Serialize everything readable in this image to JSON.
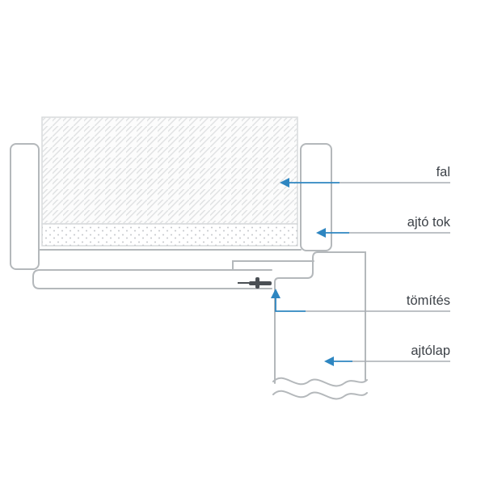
{
  "diagram": {
    "type": "technical-cross-section",
    "subject": "Door frame installation detail (horizontal section)",
    "labels": [
      {
        "id": "fal",
        "text": "fal"
      },
      {
        "id": "ajto-tok",
        "text": "ajtó tok"
      },
      {
        "id": "tomites",
        "text": "tömítés"
      },
      {
        "id": "ajtolap",
        "text": "ajtólap"
      }
    ],
    "colors": {
      "arrow_blue": "#2e86c1",
      "leader_line_gray": "#a9aeb3",
      "outline_gray": "#b4b8bb",
      "wall_border": "#d7dadc",
      "hatch_line": "#e0e2e3",
      "dot_fill": "#c6c9cc",
      "seal_dark": "#4a4f54",
      "text": "#3d4248"
    }
  }
}
